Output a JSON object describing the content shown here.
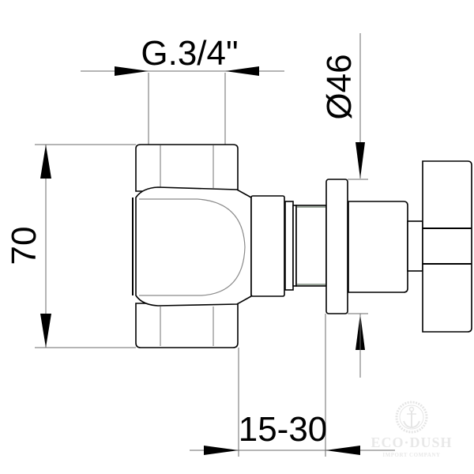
{
  "drawing": {
    "subject": "Concealed stop valve technical drawing",
    "dimensions": {
      "thread": "G.3/4\"",
      "handle_diameter": "Ø46",
      "height": "70",
      "depth_range": "15-30"
    }
  },
  "watermark": {
    "brand": "ECO·DUSH",
    "tagline": "IMPORT COMPANY",
    "icon": "anchor-icon"
  },
  "colors": {
    "line": "#000000",
    "dimension_line": "#6b6b6b",
    "watermark": "#e6e6e6",
    "background": "#ffffff"
  }
}
